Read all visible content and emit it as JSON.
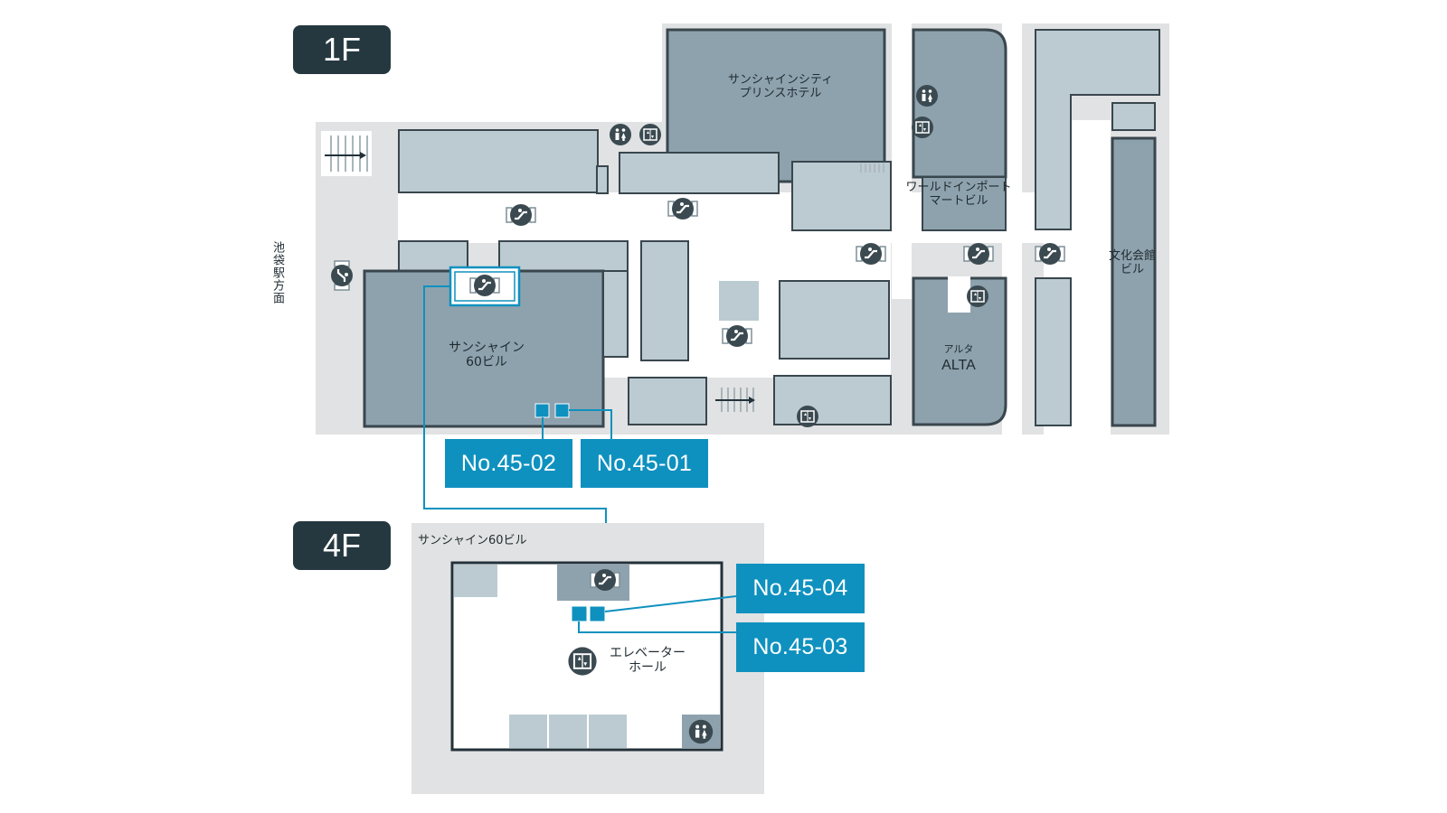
{
  "floors": {
    "first": "1F",
    "fourth": "4F"
  },
  "labels": {
    "prince_hotel": "サンシャインシティ\nプリンスホテル",
    "world_import": "ワールドインポート\nマートビル",
    "bunka_kaikan": "文化会館\nビル",
    "sunshine60": "サンシャイン\n60ビル",
    "alta_kana": "アルタ",
    "alta": "ALTA",
    "ikebukuro": "池袋駅方面",
    "sunshine60_4f": "サンシャイン60ビル",
    "elevator_hall": "エレベーター\nホール"
  },
  "lockers": {
    "n4501": "No.45-01",
    "n4502": "No.45-02",
    "n4503": "No.45-03",
    "n4504": "No.45-04"
  },
  "colors": {
    "floor_bg": "#e1e2e3",
    "building_dark": "#8ea2ae",
    "building_light": "#bccbd2",
    "accent": "#0f91bf",
    "icon": "#3b4a51",
    "badge": "#253840"
  },
  "icons": [
    "escalator-icon",
    "elevator-icon",
    "restroom-icon",
    "stairs-icon"
  ]
}
